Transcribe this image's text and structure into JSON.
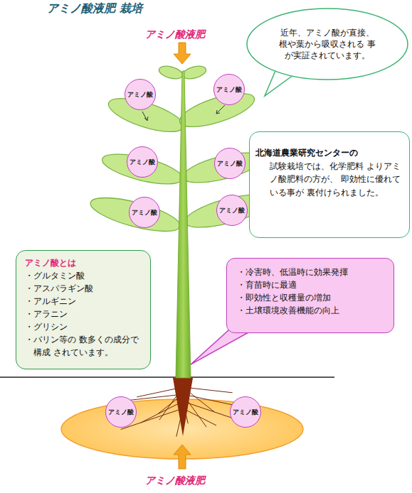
{
  "diagram": {
    "title": "アミノ酸液肥 栽培",
    "nodes": [
      {
        "text": [
          "近年、アミノ酸が直接、 根や葉から吸収される 事が実証されています。"
        ]
      },
      {
        "text": [
          "アミノ酸"
        ]
      },
      {
        "text": [
          "アミノ酸"
        ]
      },
      {
        "text": [
          "北海道農業研究センターの",
          "試験栽培では、化学肥料 よりアミノ酸肥料の方が、 即効性に優れている事が 裏付けられました。"
        ]
      },
      {
        "text": [
          "アミノ酸"
        ]
      },
      {
        "text": [
          "アミノ酸"
        ]
      },
      {
        "text": [
          "アミノ酸"
        ]
      },
      {
        "text": [
          "アミノ酸"
        ]
      },
      {
        "text": [
          "アミノ酸とは",
          "・グルタミン酸",
          "・アスパラギン酸",
          "・アルギニン",
          "・アラニン",
          "・グリシン",
          "・バリン等の 数多くの成分で構成 されています。"
        ]
      },
      {
        "text": [
          "・冷害時、低温時に効果発揮",
          "・育苗時に最適",
          "・即効性と収穫量の増加",
          "・土壌環境改善機能の向上"
        ]
      },
      {
        "text": [
          "アミノ酸"
        ]
      },
      {
        "text": [
          "アミノ酸"
        ]
      }
    ],
    "edges": [],
    "labels": [
      "アミノ酸液肥",
      "アミノ酸液肥"
    ]
  }
}
